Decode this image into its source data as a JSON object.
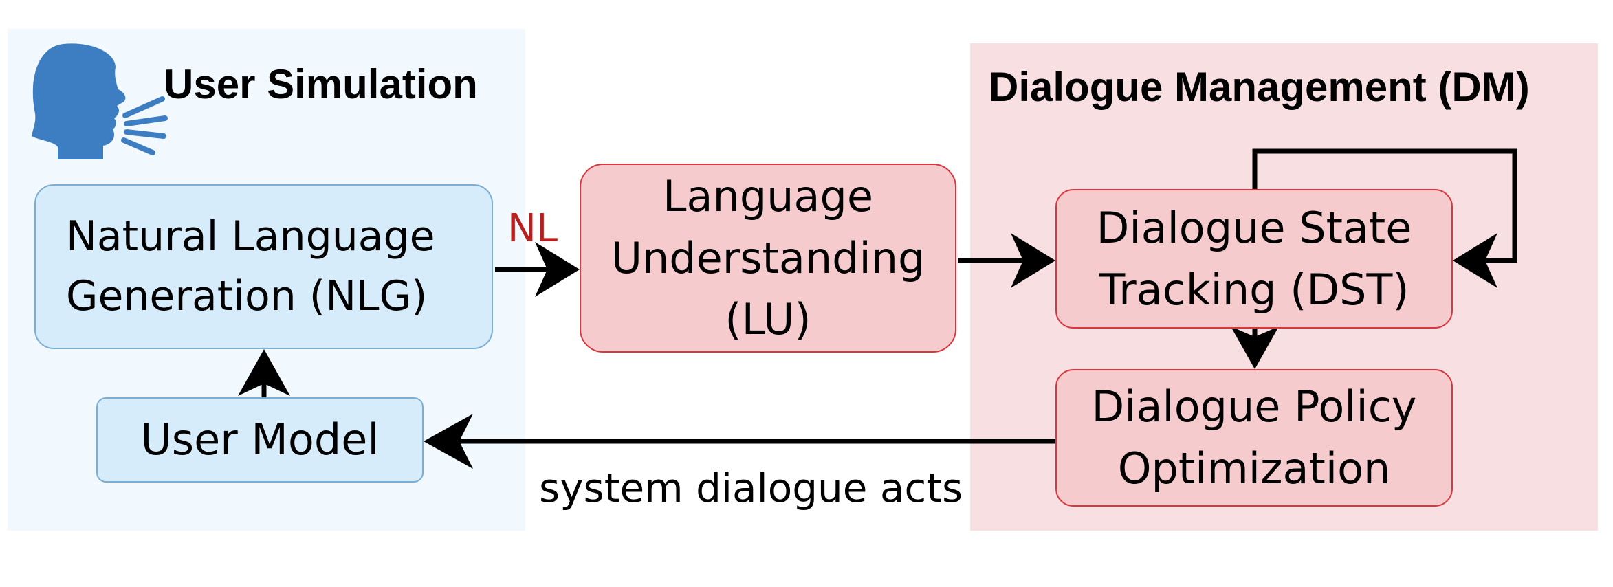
{
  "user_simulation": {
    "title": "User Simulation",
    "nlg_box": "Natural Language\nGeneration (NLG)",
    "user_model_box": "User Model"
  },
  "lu_box": "Language\nUnderstanding\n(LU)",
  "dialogue_management": {
    "title": "Dialogue Management (DM)",
    "dst_box": "Dialogue State\nTracking (DST)",
    "dpo_box": "Dialogue Policy\nOptimization"
  },
  "edge_labels": {
    "nl": "NL",
    "system_acts": "system dialogue acts"
  },
  "colors": {
    "user_region": "#f1f8fe",
    "dm_region": "#f8dfe1",
    "blue_box": "#d6ecfb",
    "red_box": "#f6cbcd",
    "red_border": "#d9363e",
    "head_icon": "#3d7dc2",
    "nl_label": "#b81f1f"
  },
  "icons": [
    "speaking-head-icon"
  ]
}
